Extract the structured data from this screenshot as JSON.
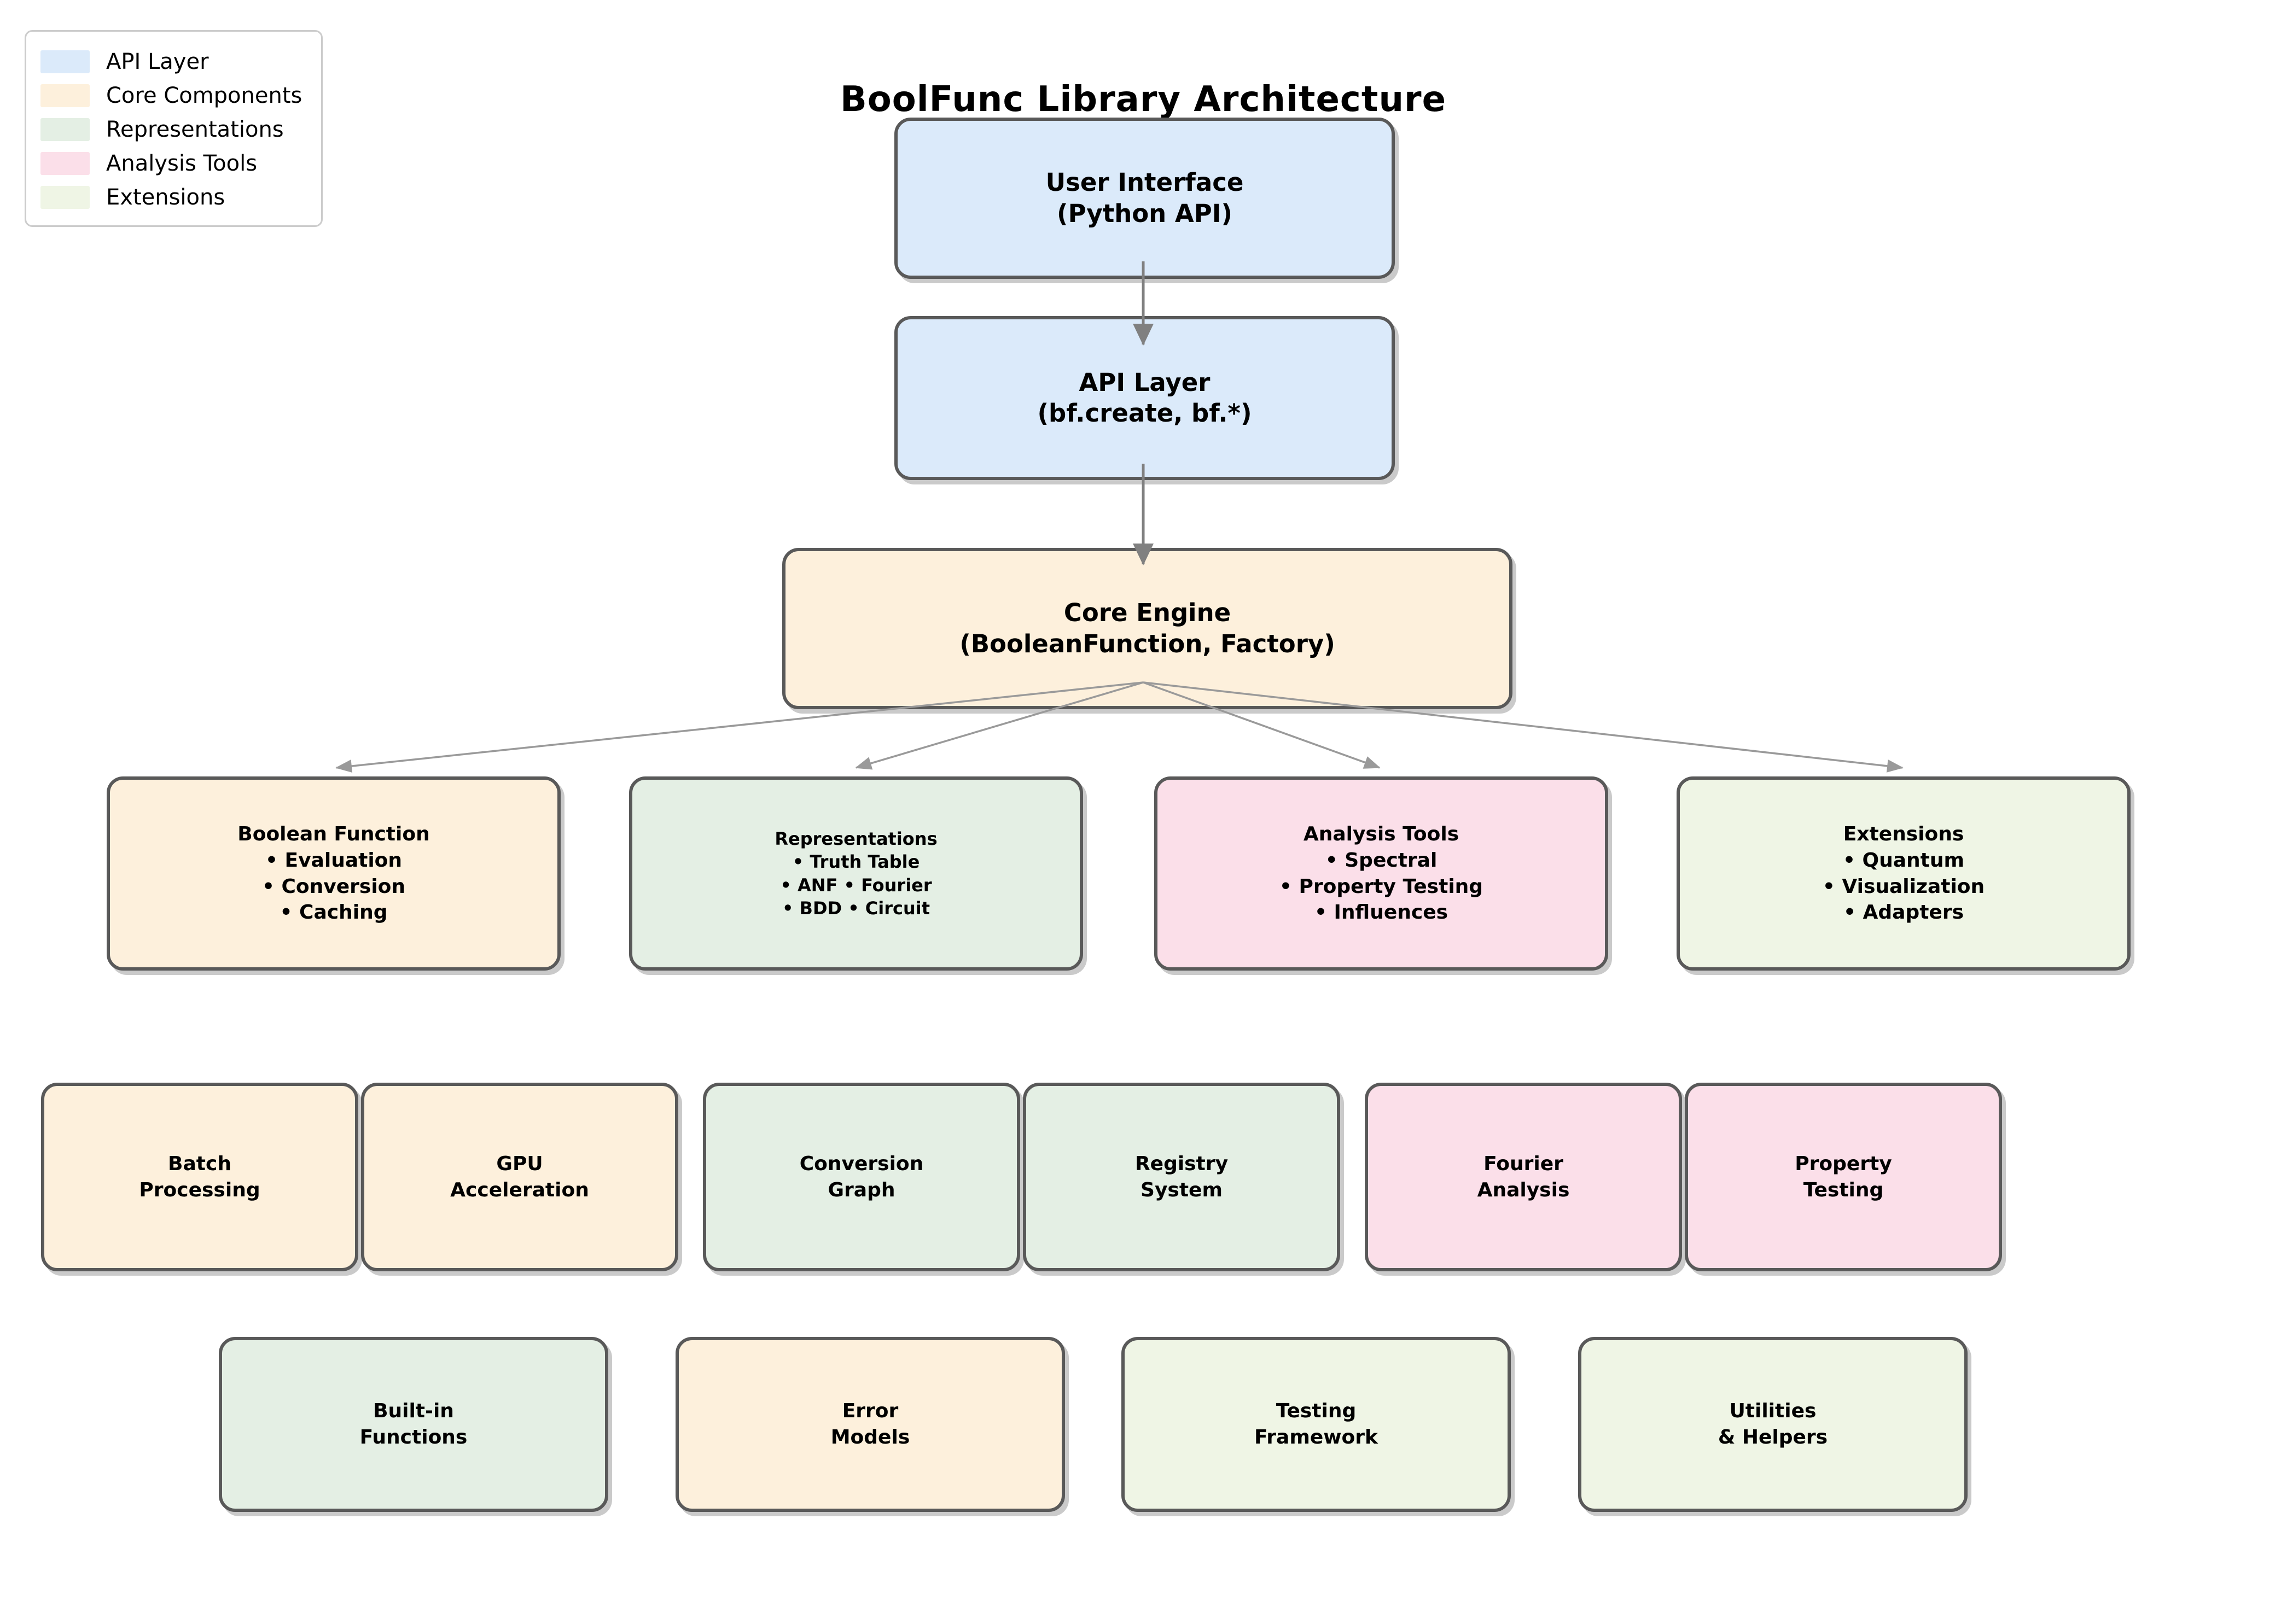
{
  "title": "BoolFunc Library Architecture",
  "colors": {
    "api": "#dbeafa",
    "core": "#fdf0dc",
    "repr": "#e4efe4",
    "analysis": "#fbdfe9",
    "ext": "#eff5e5",
    "border": "#595959",
    "legend_border": "#cccccc",
    "arrow": "#808080",
    "fan_arrow": "#9a9a9a"
  },
  "legend": {
    "items": [
      {
        "label": "API Layer",
        "color_key": "api"
      },
      {
        "label": "Core Components",
        "color_key": "core"
      },
      {
        "label": "Representations",
        "color_key": "repr"
      },
      {
        "label": "Analysis Tools",
        "color_key": "analysis"
      },
      {
        "label": "Extensions",
        "color_key": "ext"
      }
    ]
  },
  "nodes": {
    "user_interface": {
      "lines": [
        "User Interface",
        "(Python API)"
      ]
    },
    "api_layer": {
      "lines": [
        "API Layer",
        "(bf.create, bf.*)"
      ]
    },
    "core_engine": {
      "lines": [
        "Core Engine",
        "(BooleanFunction, Factory)"
      ]
    },
    "boolean_function": {
      "lines": [
        "Boolean Function",
        "• Evaluation",
        "• Conversion",
        "• Caching"
      ]
    },
    "representations": {
      "lines": [
        "Representations",
        "• Truth Table",
        "• ANF • Fourier",
        "• BDD • Circuit"
      ]
    },
    "analysis_tools": {
      "lines": [
        "Analysis Tools",
        "• Spectral",
        "• Property Testing",
        "• Influences"
      ]
    },
    "extensions": {
      "lines": [
        "Extensions",
        "• Quantum",
        "• Visualization",
        "• Adapters"
      ]
    },
    "batch_processing": {
      "lines": [
        "Batch",
        "Processing"
      ]
    },
    "gpu_acceleration": {
      "lines": [
        "GPU",
        "Acceleration"
      ]
    },
    "conversion_graph": {
      "lines": [
        "Conversion",
        "Graph"
      ]
    },
    "registry_system": {
      "lines": [
        "Registry",
        "System"
      ]
    },
    "fourier_analysis": {
      "lines": [
        "Fourier",
        "Analysis"
      ]
    },
    "property_testing": {
      "lines": [
        "Property",
        "Testing"
      ]
    },
    "builtin_functions": {
      "lines": [
        "Built-in",
        "Functions"
      ]
    },
    "error_models": {
      "lines": [
        "Error",
        "Models"
      ]
    },
    "testing_framework": {
      "lines": [
        "Testing",
        "Framework"
      ]
    },
    "utilities_helpers": {
      "lines": [
        "Utilities",
        "& Helpers"
      ]
    }
  }
}
